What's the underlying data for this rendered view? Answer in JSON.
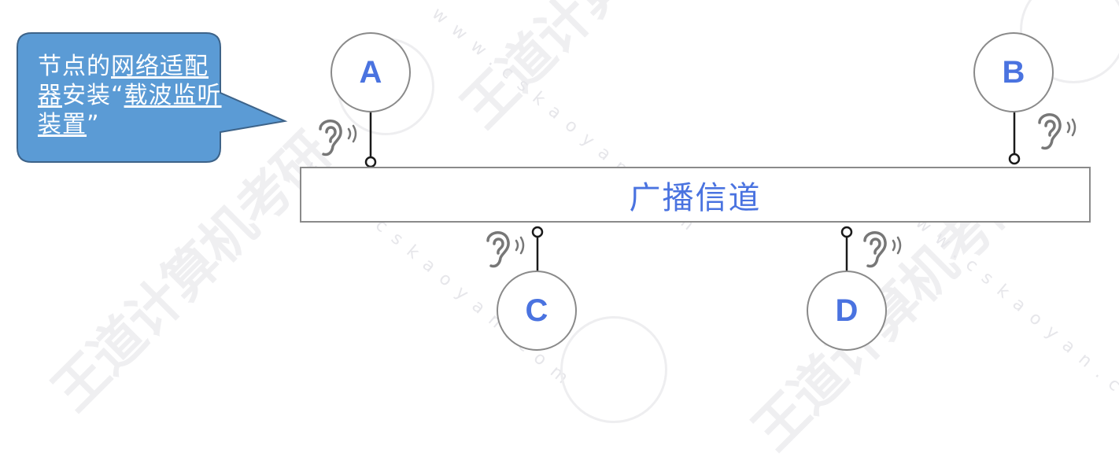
{
  "callout": {
    "segments": [
      {
        "text": "节点的",
        "underline": false
      },
      {
        "text": "网络适配器",
        "underline": true
      },
      {
        "text": "安装“",
        "underline": false
      },
      {
        "text": "载波监听装置",
        "underline": true
      },
      {
        "text": "”",
        "underline": false
      }
    ],
    "fill_color": "#5b9bd5",
    "border_color": "#3d6389",
    "text_color": "#ffffff"
  },
  "channel": {
    "label": "广播信道",
    "label_color": "#4a73e0",
    "border_color": "#8a8a8a"
  },
  "nodes": [
    {
      "id": "A",
      "label": "A"
    },
    {
      "id": "B",
      "label": "B"
    },
    {
      "id": "C",
      "label": "C"
    },
    {
      "id": "D",
      "label": "D"
    }
  ],
  "icons": [
    "ear-icon",
    "ear-icon",
    "ear-icon",
    "ear-icon"
  ],
  "watermark": {
    "text_cn": "王道计算机考研",
    "text_url": "www.cskaoyan.com"
  }
}
